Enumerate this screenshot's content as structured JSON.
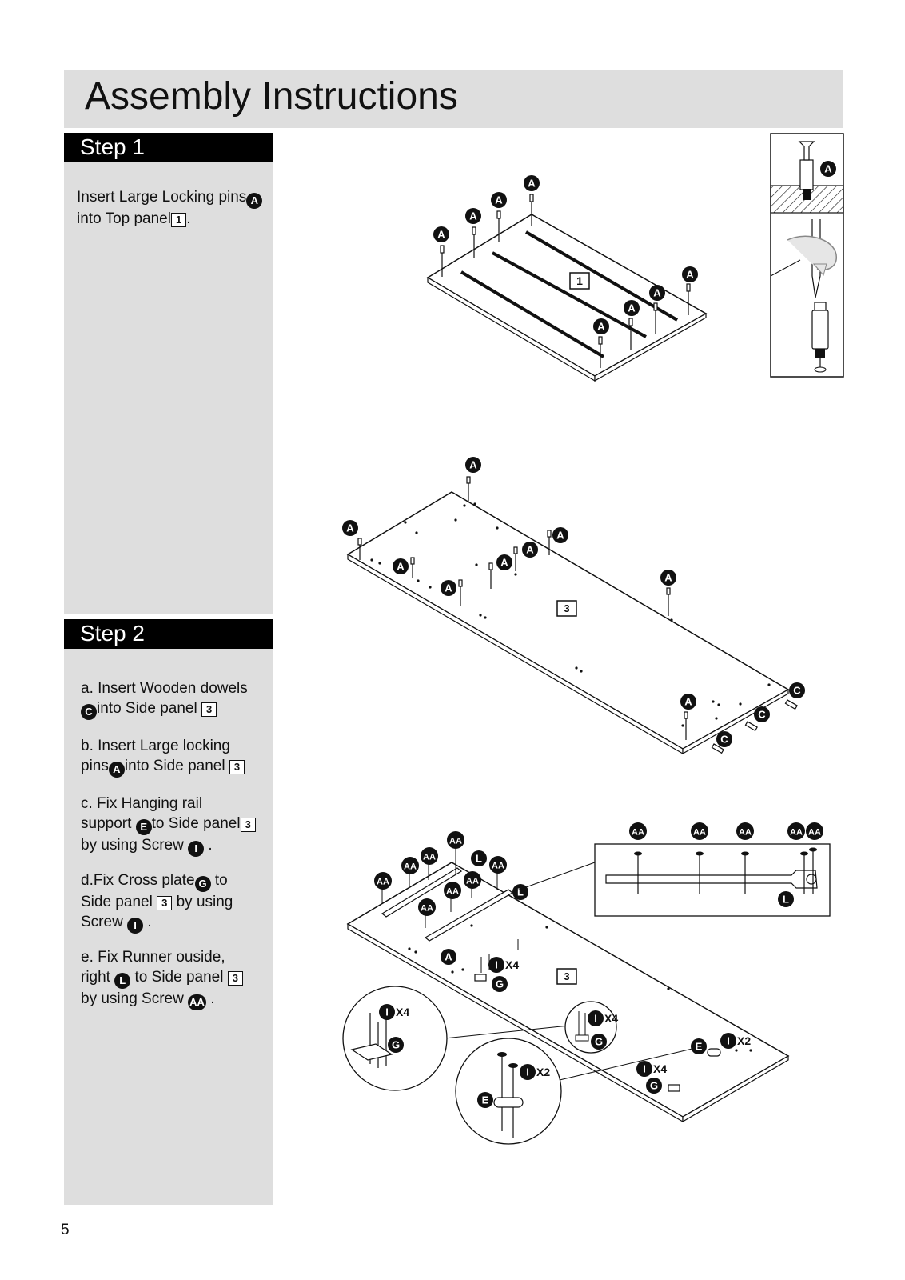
{
  "page": {
    "title": "Assembly Instructions",
    "page_number": "5"
  },
  "step1": {
    "heading": "Step 1",
    "line1": "Insert Large Locking pins",
    "badge_a": "A",
    "line2": "into Top panel",
    "panel": "1",
    "end": "."
  },
  "step2": {
    "heading": "Step 2",
    "a_text1": "a. Insert Wooden dowels",
    "a_badge": "C",
    "a_text2": "into Side panel",
    "a_panel": "3",
    "b_text1": "b. Insert Large locking",
    "b_text2": "pins",
    "b_badge": "A",
    "b_text3": "into Side panel",
    "b_panel": "3",
    "c_text1": "c. Fix Hanging rail",
    "c_text2": "support",
    "c_badge": "E",
    "c_text3": "to Side panel",
    "c_panel": "3",
    "c_text4": "by using Screw",
    "c_badge2": "I",
    "c_end": ".",
    "d_text1": "d.Fix Cross plate",
    "d_badge": "G",
    "d_text2": "to",
    "d_text3": "Side panel",
    "d_panel": "3",
    "d_text4": "by using",
    "d_text5": "Screw",
    "d_badge2": "I",
    "d_end": ".",
    "e_text1": "e. Fix Runner ouside,",
    "e_text2": "right",
    "e_badge": "L",
    "e_text3": "to Side panel",
    "e_panel": "3",
    "e_text4": "by using Screw",
    "e_badge2": "AA",
    "e_end": "."
  },
  "diagram": {
    "part_a": "A",
    "part_c": "C",
    "part_e": "E",
    "part_g": "G",
    "part_i": "I",
    "part_l": "L",
    "part_aa": "AA",
    "panel_1": "1",
    "panel_3": "3",
    "qty_x4": "X4",
    "qty_x2": "X2"
  }
}
